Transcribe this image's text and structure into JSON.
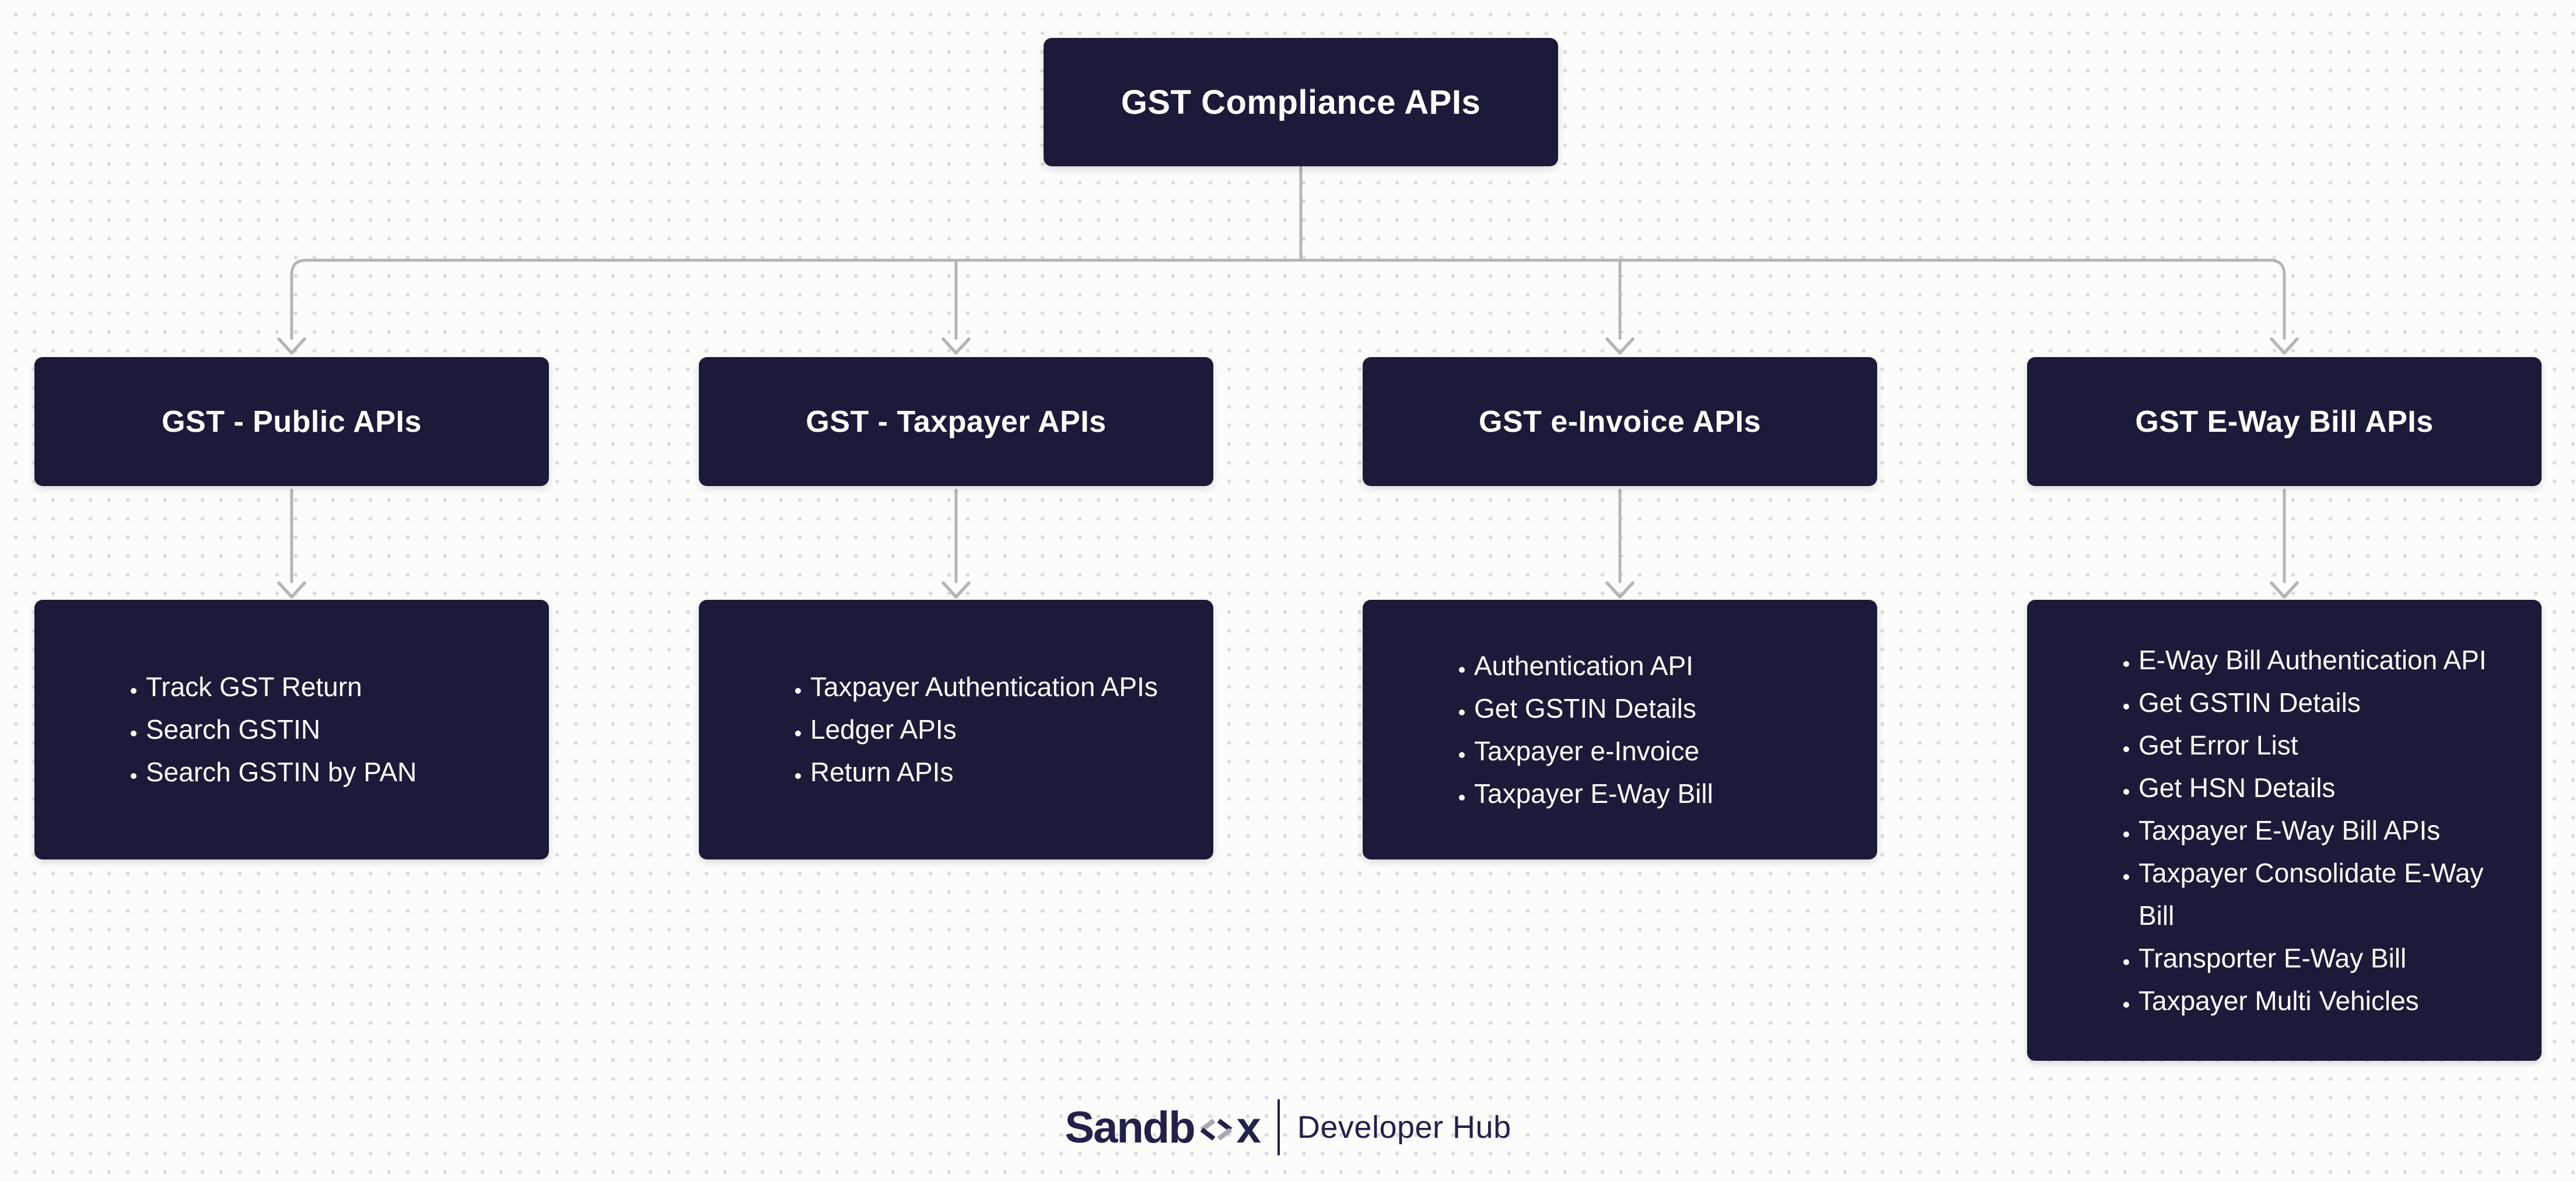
{
  "diagram": {
    "root": {
      "title": "GST Compliance APIs"
    },
    "branches": [
      {
        "title": "GST - Public APIs",
        "items": [
          "Track GST Return",
          "Search GSTIN",
          "Search GSTIN by PAN"
        ]
      },
      {
        "title": "GST - Taxpayer APIs",
        "items": [
          "Taxpayer Authentication APIs",
          "Ledger APIs",
          "Return APIs"
        ]
      },
      {
        "title": "GST e-Invoice APIs",
        "items": [
          "Authentication API",
          "Get GSTIN Details",
          "Taxpayer e-Invoice",
          "Taxpayer E-Way Bill"
        ]
      },
      {
        "title": "GST E-Way Bill APIs",
        "items": [
          "E-Way Bill Authentication API",
          "Get GSTIN Details",
          "Get Error List",
          "Get HSN Details",
          "Taxpayer E-Way Bill APIs",
          "Taxpayer Consolidate E-Way Bill",
          "Transporter E-Way Bill",
          "Taxpayer Multi Vehicles"
        ]
      }
    ],
    "footer": {
      "brand_prefix": "Sandb",
      "brand_suffix": "x",
      "tagline": "Developer Hub"
    },
    "icons": {
      "brand_mark": "angle-brackets-diamond-icon"
    },
    "colors": {
      "box_navy": "#1b1a39",
      "connector_gray": "#b5b5b5",
      "background": "#fcfcfb",
      "dot_grid": "#dcdcdc",
      "text_white": "#ffffff",
      "logo_gray": "#a7a9b7",
      "logo_navy": "#23204a"
    }
  }
}
